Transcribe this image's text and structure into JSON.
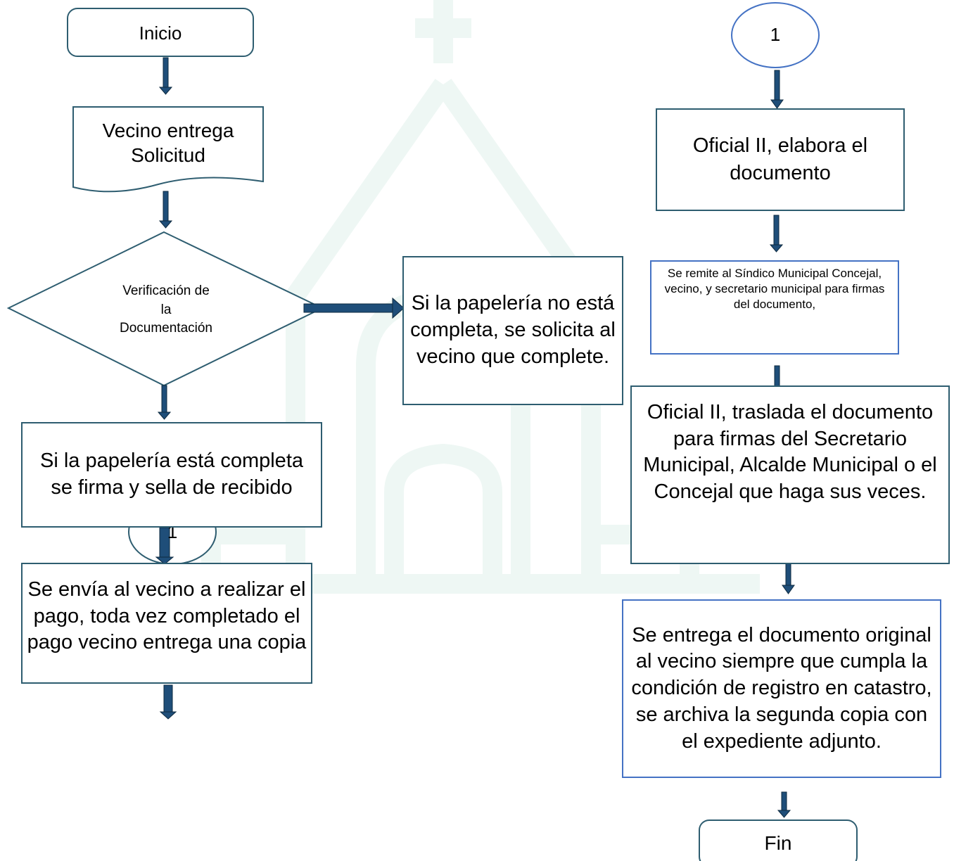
{
  "colors": {
    "border_teal": "#2E5D70",
    "border_blue": "#4472C4",
    "arrow": "#1F4E79",
    "watermark": "#EEF7F4"
  },
  "watermark_icon": "church-icon",
  "nodes": {
    "inicio": "Inicio",
    "vecino_entrega": "Vecino entrega Solicitud",
    "verificacion": "Verificación de\nla\nDocumentación",
    "papeleria_incompleta": "Si la papelería no está completa, se solicita al vecino que complete.",
    "papeleria_completa": "Si la papelería está completa se firma y sella de recibido",
    "envia_pago": "Se envía al vecino a realizar el pago, toda vez completado el pago vecino entrega una copia",
    "conector_1_bottom": "1",
    "conector_1_top": "1",
    "oficial_elabora": "Oficial II, elabora el documento",
    "se_remite": "Se remite al Síndico Municipal Concejal, vecino, y secretario municipal para firmas del documento,",
    "oficial_traslada": "Oficial II, traslada el documento para firmas del Secretario Municipal, Alcalde Municipal o el Concejal que haga sus veces.",
    "se_entrega": "Se entrega el documento original al vecino siempre que cumpla la condición de registro en catastro, se archiva la segunda copia con el expediente adjunto.",
    "fin": "Fin"
  }
}
